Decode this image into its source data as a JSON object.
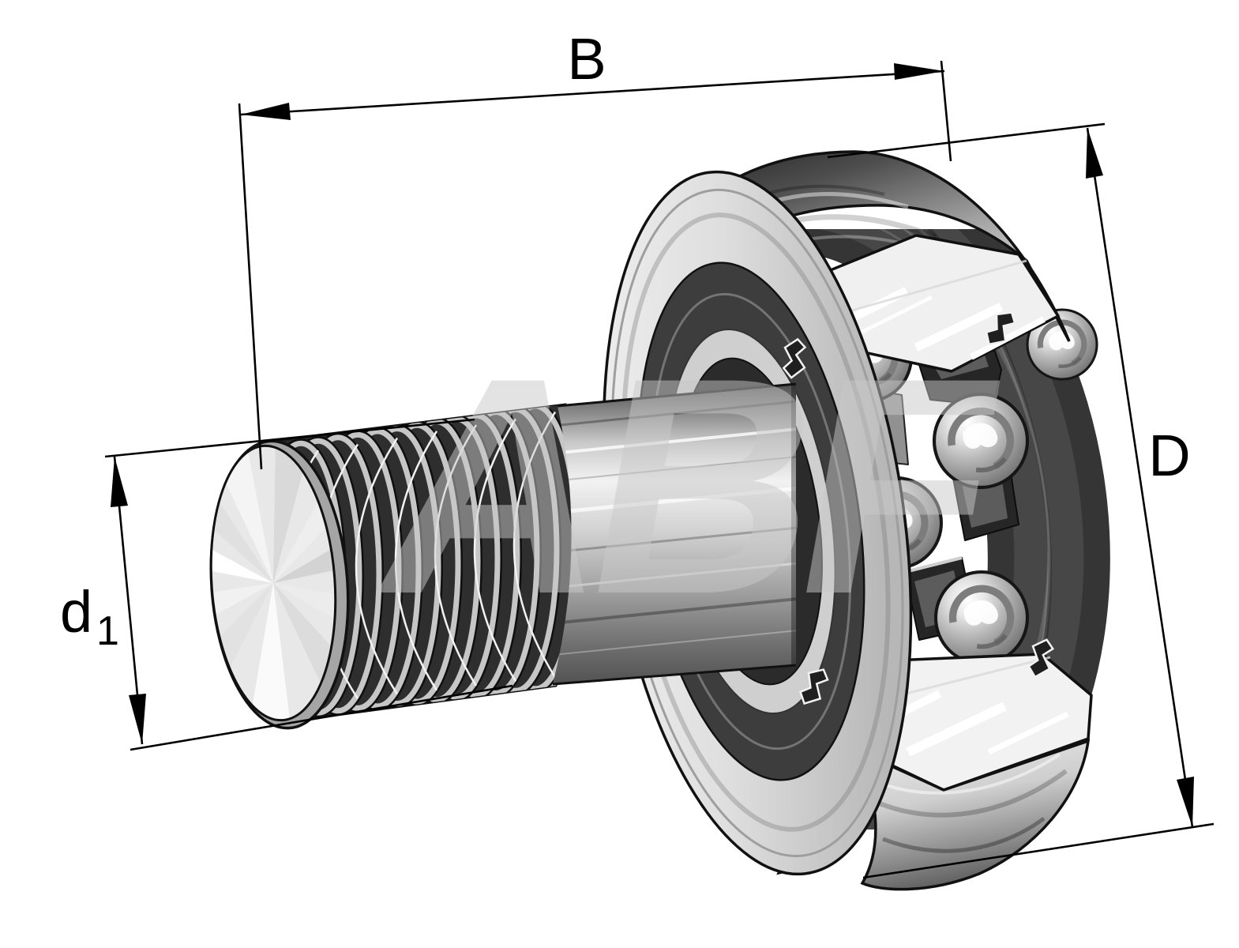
{
  "drawing": {
    "subject": "Isometric cutaway illustration of a ball bearing with threaded stud (cam follower / track roller)",
    "watermark_text": "ABF"
  },
  "dimensions": {
    "b": {
      "label": "B"
    },
    "d_outer": {
      "label": "D"
    },
    "d1": {
      "label": "d",
      "subscript": "1"
    }
  },
  "colors": {
    "line": "#000000",
    "background": "#ffffff",
    "metal_light": "#e8e8e8",
    "metal_mid": "#a8a8a8",
    "metal_dark": "#2e2e2e",
    "seal_dark": "#3d3d3d",
    "cage_dark": "#262626",
    "watermark": "#c9c9c9"
  }
}
